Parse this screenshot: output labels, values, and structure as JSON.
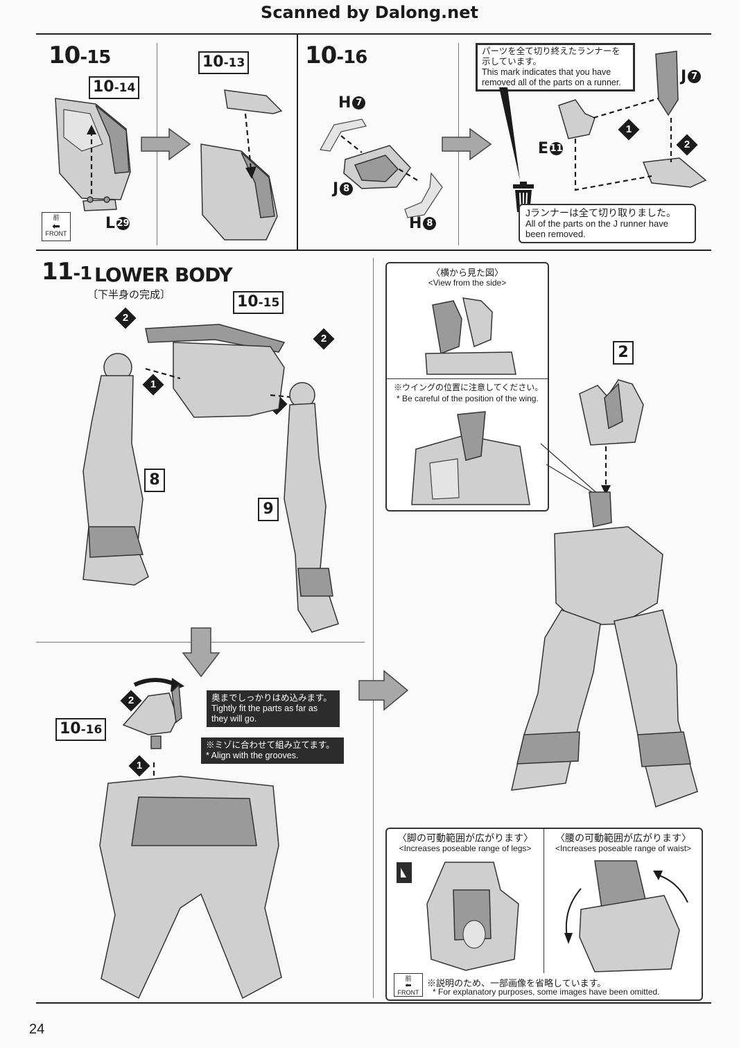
{
  "header": {
    "scan_credit": "Scanned by Dalong.net"
  },
  "page_number": "24",
  "front_icon": {
    "jp": "前",
    "en": "FRONT"
  },
  "step_10_15": {
    "step": "10",
    "sub": "-15",
    "refs": [
      {
        "num": "10",
        "sub": "-14"
      },
      {
        "num": "10",
        "sub": "-13"
      }
    ],
    "part": {
      "letter": "L",
      "num": "29"
    }
  },
  "step_10_16": {
    "step": "10",
    "sub": "-16",
    "parts": [
      {
        "letter": "H",
        "num": "7"
      },
      {
        "letter": "J",
        "num": "8"
      },
      {
        "letter": "H",
        "num": "8"
      },
      {
        "letter": "J",
        "num": "7"
      },
      {
        "letter": "E",
        "num": "11"
      }
    ],
    "order": [
      "1",
      "2"
    ],
    "runner_note": {
      "jp": "パーツを全て切り終えたランナーを示しています。",
      "en": "This mark indicates that you have removed all of the parts on a runner."
    },
    "runner_done": {
      "jp": "Jランナーは全て切り取りました。",
      "en": "All of the parts on the J runner have been removed."
    }
  },
  "step_11_1": {
    "step": "11",
    "sub": "-1",
    "title": "LOWER BODY",
    "title_jp": "〔下半身の完成〕",
    "refs": [
      {
        "num": "10",
        "sub": "-15"
      },
      {
        "num": "10",
        "sub": "-16"
      }
    ],
    "boxes": [
      "8",
      "9",
      "2"
    ],
    "order": [
      "1",
      "2"
    ],
    "notes": {
      "fit": {
        "jp": "奥までしっかりはめ込みます。",
        "en": "Tightly fit the parts as far as they will go."
      },
      "groove": {
        "jp": "※ミゾに合わせて組み立てます。",
        "en": "* Align with the grooves."
      }
    },
    "side_view": {
      "title_jp": "〈横から見た図〉",
      "title_en": "<View from the side>",
      "caution_jp": "※ウイングの位置に注意してください。",
      "caution_en": "* Be careful of the position of the wing."
    },
    "pose_panels": [
      {
        "title_jp": "〈脚の可動範囲が広がります〉",
        "title_en": "<Increases poseable range of legs>"
      },
      {
        "title_jp": "〈腰の可動範囲が広がります〉",
        "title_en": "<Increases poseable range of waist>"
      }
    ],
    "omitted": {
      "jp": "※説明のため、一部画像を省略しています。",
      "en": "* For explanatory purposes, some images have been omitted."
    }
  }
}
